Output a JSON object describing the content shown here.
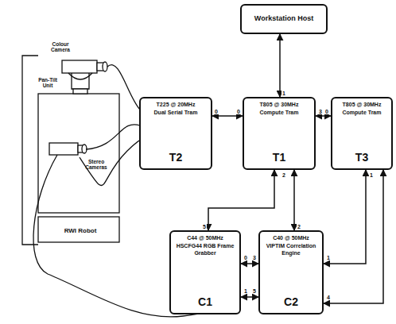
{
  "diagram": {
    "nodes": [
      {
        "text": [
          "Workstation Host"
        ]
      },
      {
        "text": [
          "T805 @ 30MHz",
          "Compute Tram",
          "T1"
        ]
      },
      {
        "text": [
          "T225 @ 20MHz",
          "Dual Serial Tram",
          "T2"
        ]
      },
      {
        "text": [
          "T805 @ 30MHz",
          "Compute Tram",
          "T3"
        ]
      },
      {
        "text": [
          "C44 @ 50MHz",
          "HSCFG44 RGB Frame Grabber",
          "C1"
        ]
      },
      {
        "text": [
          "C40 @ 50MHz",
          "VIPTIM Correlation Engine",
          "C2"
        ]
      }
    ],
    "edges": [
      {
        "from": 1,
        "to": 0,
        "arrow": "both"
      },
      {
        "from": 2,
        "to": 1,
        "arrow": "both"
      },
      {
        "from": 1,
        "to": 3,
        "arrow": "both"
      },
      {
        "from": 4,
        "to": 1,
        "arrow": "both"
      },
      {
        "from": 5,
        "to": 1,
        "arrow": "both"
      },
      {
        "from": 5,
        "to": 3,
        "arrow": "both"
      },
      {
        "from": 5,
        "to": 3,
        "arrow": "both"
      },
      {
        "from": 4,
        "to": 5,
        "arrow": "both"
      },
      {
        "from": 5,
        "to": 4,
        "arrow": "both"
      }
    ],
    "labels": [
      "1",
      "0",
      "0",
      "3",
      "0",
      "2",
      "5",
      "2",
      "1",
      "1",
      "4",
      "0",
      "3",
      "1",
      "5",
      "Colour Camera",
      "Pan-Tilt Unit",
      "Stereo Cameras",
      "RWI Robot"
    ]
  }
}
